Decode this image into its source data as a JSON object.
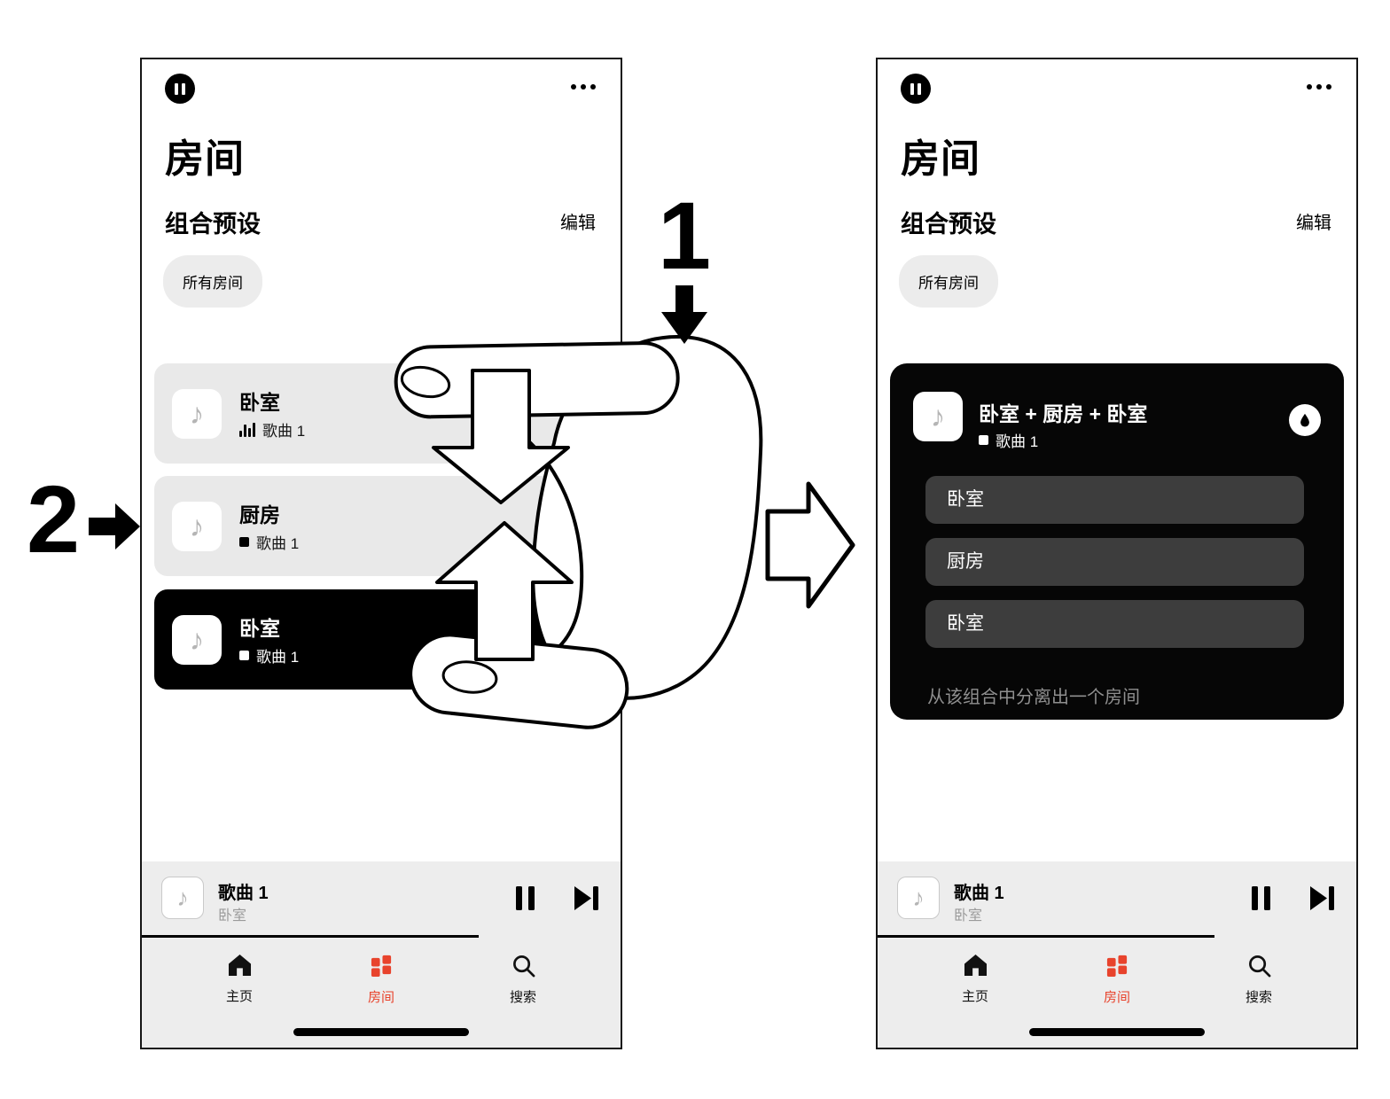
{
  "colors": {
    "accent_red": "#e8432c",
    "card_gray": "#e9e9e9",
    "group_black": "#060606",
    "sub_card_gray": "#3d3d3d"
  },
  "annotations": {
    "step1": "1",
    "step2": "2"
  },
  "left_phone": {
    "title": "房间",
    "presets_label": "组合预设",
    "edit_label": "编辑",
    "all_rooms_pill": "所有房间",
    "rooms": [
      {
        "name": "卧室",
        "song": "歌曲 1"
      },
      {
        "name": "厨房",
        "song": "歌曲 1"
      },
      {
        "name": "卧室",
        "song": "歌曲 1"
      }
    ],
    "now_playing": {
      "song": "歌曲 1",
      "room": "卧室"
    },
    "tabs": [
      {
        "label": "主页"
      },
      {
        "label": "房间"
      },
      {
        "label": "搜索"
      }
    ]
  },
  "right_phone": {
    "title": "房间",
    "presets_label": "组合预设",
    "edit_label": "编辑",
    "all_rooms_pill": "所有房间",
    "group_card": {
      "title": "卧室 + 厨房 + 卧室",
      "song": "歌曲 1",
      "rooms": [
        "卧室",
        "厨房",
        "卧室"
      ],
      "hint": "从该组合中分离出一个房间"
    },
    "now_playing": {
      "song": "歌曲 1",
      "room": "卧室"
    },
    "tabs": [
      {
        "label": "主页"
      },
      {
        "label": "房间"
      },
      {
        "label": "搜索"
      }
    ]
  }
}
